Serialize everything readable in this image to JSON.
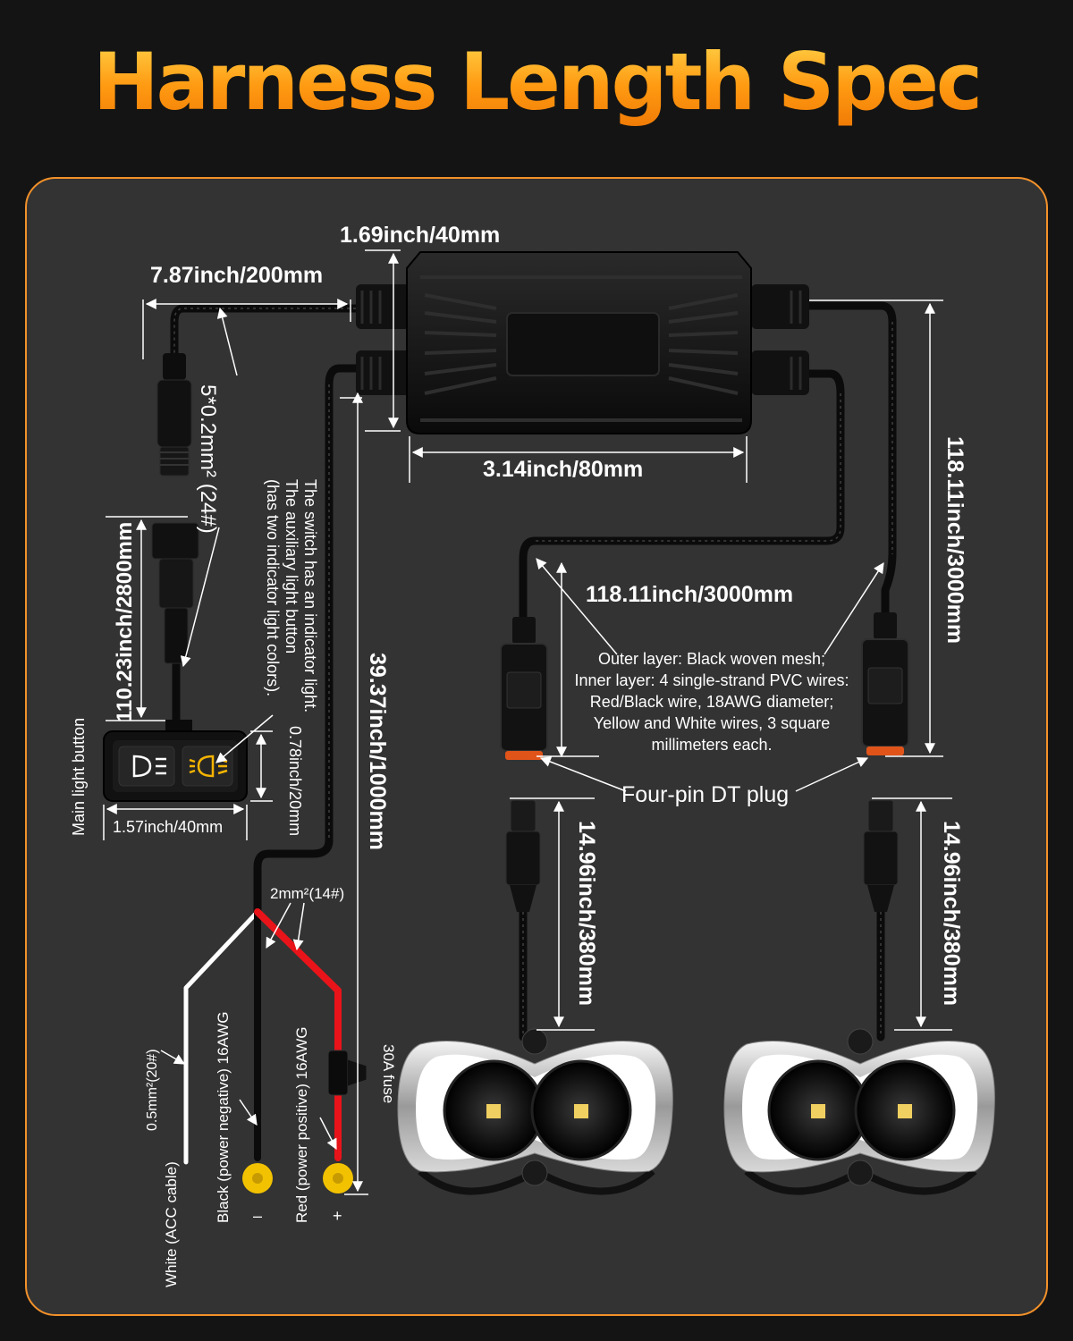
{
  "title": "Harness Length Spec",
  "colors": {
    "accent": "#ff9a12",
    "panel_border": "#f3912a",
    "panel_bg": "#333333",
    "wire_red": "#e8141a",
    "terminal_yellow": "#f2c200",
    "indicator": "#f5b400"
  },
  "dimensions": {
    "box_height": "1.69inch/40mm",
    "top_lead": "7.87inch/200mm",
    "box_length": "3.14inch/80mm",
    "light_cable_right": "118.11inch/3000mm",
    "light_cable_span": "118.11inch/3000mm",
    "switch_cable": "110.23inch/2800mm",
    "power_cable": "39.37inch/1000mm",
    "switch_width": "1.57inch/40mm",
    "switch_height": "0.78inch/20mm",
    "lamp_lead_left": "14.96inch/380mm",
    "lamp_lead_right": "14.96inch/380mm"
  },
  "labels": {
    "wire_gauge_top": "5*0.2mm² (24#)",
    "switch_note": [
      "The switch has an indicator light.",
      "The auxiliary light button",
      "(has two indicator light colors)."
    ],
    "main_light_button": "Main light button",
    "cable_note": [
      "Outer layer: Black woven mesh;",
      "Inner layer: 4 single-strand PVC wires:",
      "Red/Black wire, 18AWG diameter;",
      "Yellow and White wires, 3 square",
      "millimeters each."
    ],
    "dt_plug": "Four-pin DT plug",
    "wire_2mm": "2mm²(14#)",
    "fuse": "30A fuse",
    "acc_gauge": "0.5mm²(20#)",
    "white_wire": "White (ACC cable)",
    "black_wire": "Black (power negative) 16AWG",
    "red_wire": "Red (power positive) 16AWG",
    "minus": "–",
    "plus": "+"
  },
  "icons": {
    "main_button": "headlight-icon",
    "aux_button": "fog-light-icon"
  }
}
